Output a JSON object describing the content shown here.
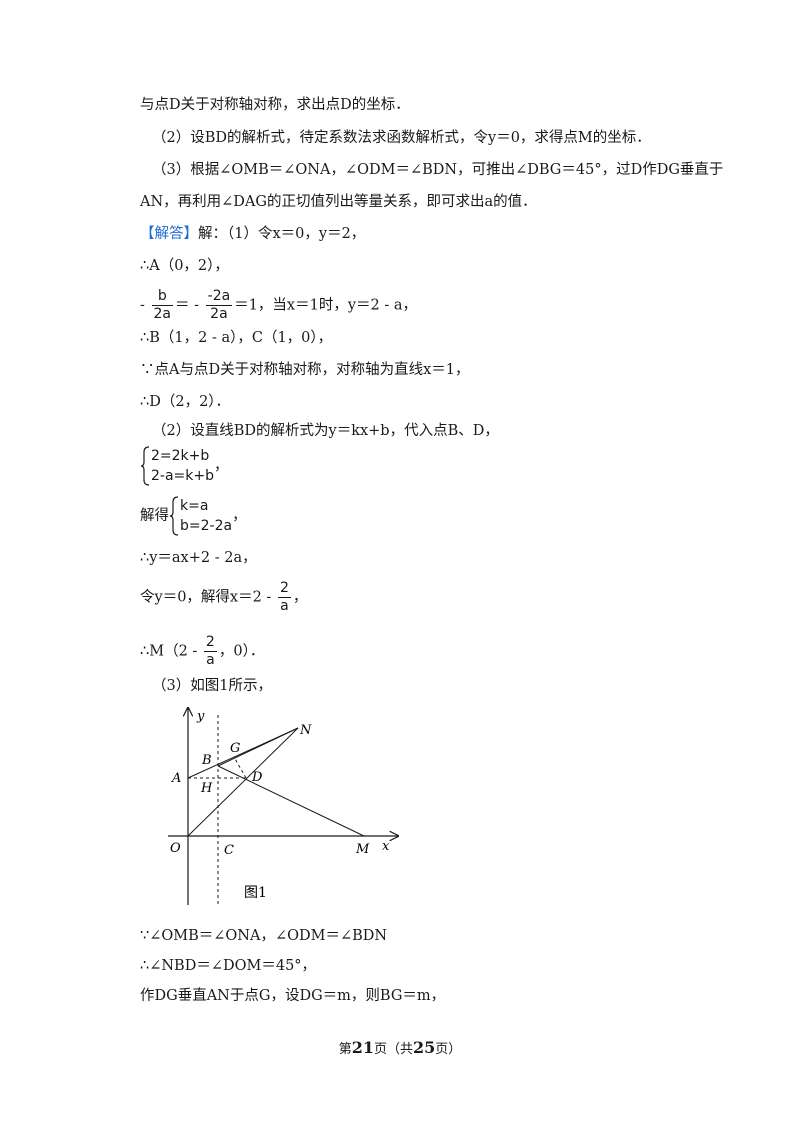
{
  "lines": {
    "l1": "与点D关于对称轴对称，求出点D的坐标．",
    "l2": "（2）设BD的解析式，待定系数法求函数解析式，令y＝0，求得点M的坐标．",
    "l3": "（3）根据∠OMB＝∠ONA，∠ODM＝∠BDN，可推出∠DBG＝45°，过D作DG垂直于",
    "l4": "AN，再利用∠DAG的正切值列出等量关系，即可求出a的值．",
    "l5_tag": "【解答】",
    "l5_rest": "解：（1）令x＝0，y＝2，",
    "l6": "∴A（0，2），",
    "l7_pre": "-",
    "l7_f1_num": "b",
    "l7_f1_den": "2a",
    "l7_mid": "＝ -",
    "l7_f2_num": "-2a",
    "l7_f2_den": "2a",
    "l7_post": "＝1，当x＝1时，y＝2 - a，",
    "l8": "∴B（1，2 - a），C（1，0），",
    "l9": "∵点A与点D关于对称轴对称，对称轴为直线x＝1，",
    "l10": "∴D（2，2）．",
    "l11": "（2）设直线BD的解析式为y＝kx+b，代入点B、D，",
    "sys1_a": "2=2k+b",
    "sys1_b": "2-a=k+b",
    "sys1_post": "，",
    "l13_pre": "解得",
    "sys2_a": "k=a",
    "sys2_b": "b=2-2a",
    "sys2_post": "，",
    "l14": "∴y＝ax+2 - 2a，",
    "l15_pre": "令y＝0，解得x＝2 -",
    "l15_num": "2",
    "l15_den": "a",
    "l15_post": "，",
    "l16_pre": "∴M（2 -",
    "l16_num": "2",
    "l16_den": "a",
    "l16_post": "，0）．",
    "l17": "（3）如图1所示，",
    "l18": "∵∠OMB＝∠ONA，∠ODM＝∠BDN",
    "l19": "∴∠NBD＝∠DOM＝45°，",
    "l20": "作DG垂直AN于点G，设DG＝m，则BG＝m，"
  },
  "figure": {
    "labels": {
      "y": "y",
      "x": "x",
      "O": "O",
      "A": "A",
      "B": "B",
      "G": "G",
      "N": "N",
      "D": "D",
      "H": "H",
      "C": "C",
      "M": "M"
    },
    "caption": "图1"
  },
  "footer": {
    "pre": "第",
    "page": "21",
    "mid": "页（共",
    "total": "25",
    "post": "页）"
  }
}
